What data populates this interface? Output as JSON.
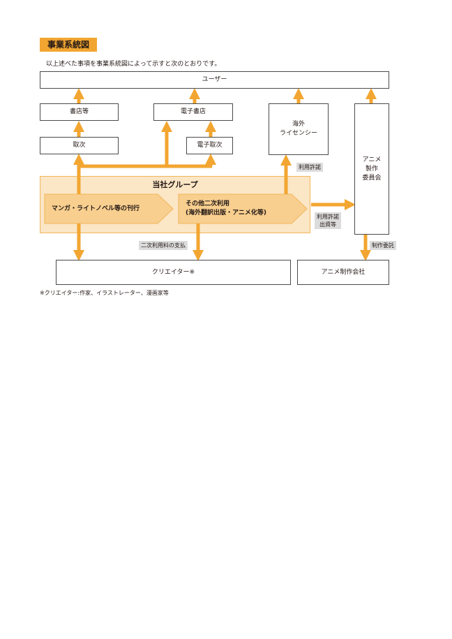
{
  "heading": "事業系統図",
  "intro": "以上述べた事項を事業系統図によって示すと次のとおりです。",
  "nodes": {
    "user": "ユーザー",
    "bookstore": "書店等",
    "ebookstore": "電子書店",
    "distributor": "取次",
    "edistributor": "電子取次",
    "overseas": "海外\nライセンシー",
    "anime_committee": "アニメ\n製作\n委員会",
    "creator": "クリエイター※",
    "anime_company": "アニメ制作会社"
  },
  "group": {
    "title": "当社グループ",
    "publishing": "マンガ・ライトノベル等の刊行",
    "secondary": "その他二次利用\n(海外翻訳出版・アニメ化等)"
  },
  "labels": {
    "license": "利用許諾",
    "license_invest": "利用許諾\n出資等",
    "secondary_fee": "二次利用料の支払",
    "production_order": "制作委託"
  },
  "footnote": "※クリエイター:作家、イラストレーター、漫画家等",
  "colors": {
    "accent": "#f2a631",
    "group_fill": "#fbe6c6",
    "chevron_fill": "#f8cf8f",
    "label_gray": "#dcdcdc"
  }
}
